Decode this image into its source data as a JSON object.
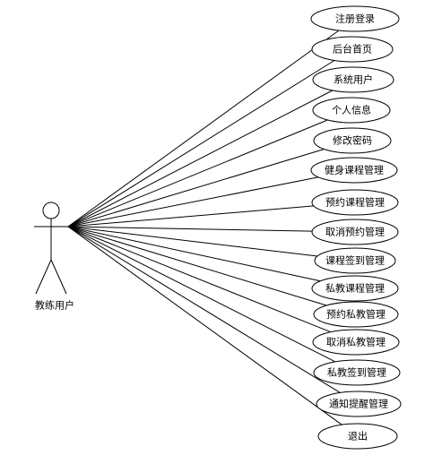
{
  "actor": {
    "label": "教练用户"
  },
  "use_cases": [
    "注册登录",
    "后台首页",
    "系统用户",
    "个人信息",
    "修改密码",
    "健身课程管理",
    "预约课程管理",
    "取消预约管理",
    "课程签到管理",
    "私教课程管理",
    "预约私教管理",
    "取消私教管理",
    "私教签到管理",
    "通知提醒管理",
    "退出"
  ]
}
